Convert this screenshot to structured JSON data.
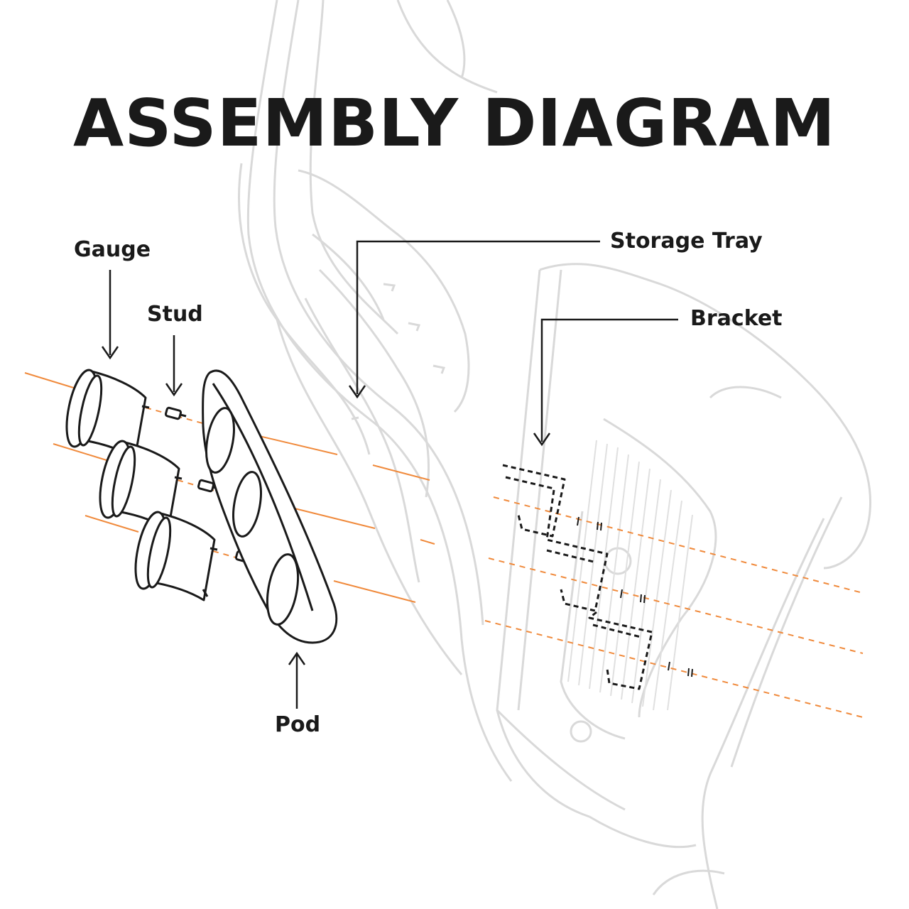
{
  "title": "ASSEMBLY DIAGRAM",
  "labels": {
    "gauge": "Gauge",
    "stud": "Stud",
    "pod": "Pod",
    "storage_tray": "Storage Tray",
    "bracket": "Bracket"
  },
  "colors": {
    "background": "#ffffff",
    "ink": "#1a1a1a",
    "ghost": "#d9d9d9",
    "guide_line": "#f08a3c"
  }
}
